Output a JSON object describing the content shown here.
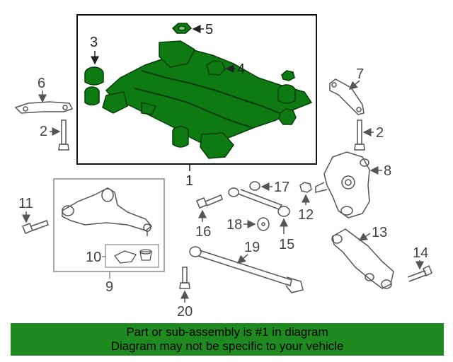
{
  "diagram": {
    "callouts": {
      "c1": "1",
      "c2a": "2",
      "c2b": "2",
      "c3": "3",
      "c4": "4",
      "c5": "5",
      "c6": "6",
      "c7": "7",
      "c8": "8",
      "c9": "9",
      "c10": "10",
      "c11": "11",
      "c12": "12",
      "c13": "13",
      "c14": "14",
      "c15": "15",
      "c16": "16",
      "c17": "17",
      "c18": "18",
      "c19": "19",
      "c20": "20"
    },
    "highlight_color": "#1f8a1f",
    "part_color": "#0e7a12"
  },
  "banner": {
    "line1": "Part or sub-assembly is #1 in diagram",
    "line2": "Diagram may not be specific to your vehicle"
  }
}
